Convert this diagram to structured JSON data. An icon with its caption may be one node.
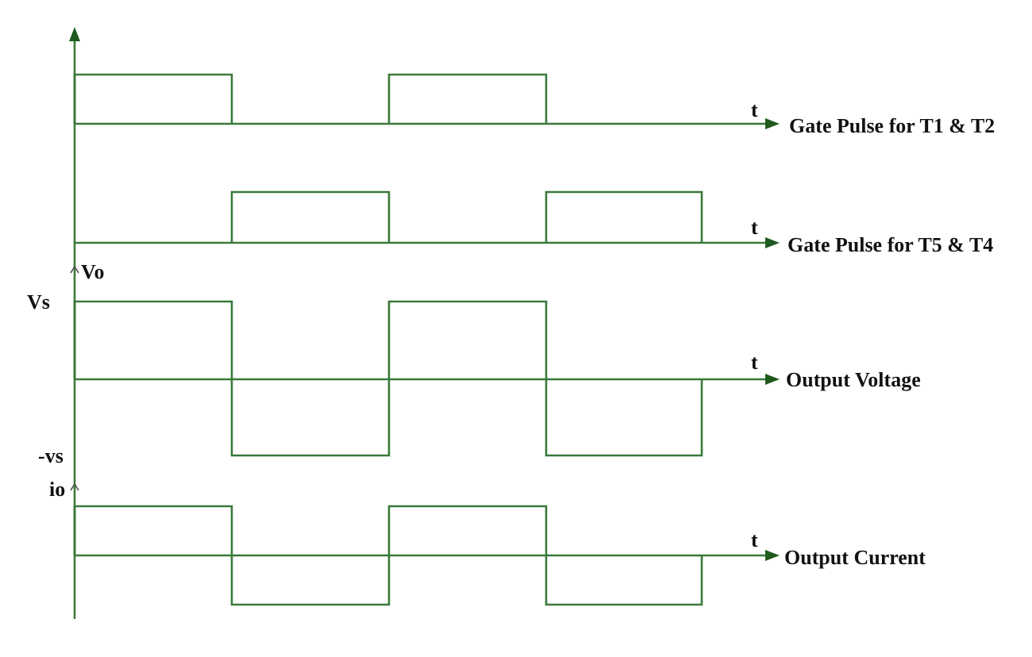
{
  "diagram": {
    "labels": [
      "t",
      "Gate Pulse for T1 & T2",
      "t",
      "Gate Pulse for T5 & T4",
      "Vo",
      "Vs",
      "t",
      "Output Voltage",
      "-vs",
      "io",
      "t",
      "Output Current"
    ]
  }
}
